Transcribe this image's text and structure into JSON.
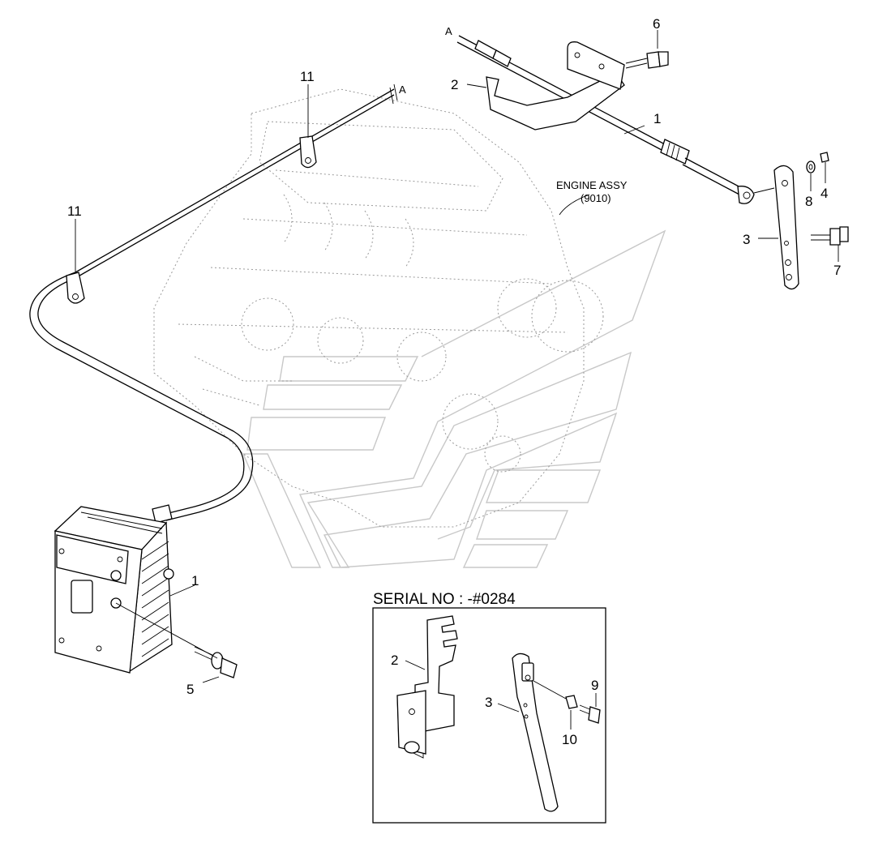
{
  "callouts": {
    "c1_cable": "1",
    "c2_bracket": "2",
    "c3_lever": "3",
    "c4_nut": "4",
    "c5_bolt": "5",
    "c6_bolt": "6",
    "c7_bolt": "7",
    "c8_washer": "8",
    "c11_upper": "11",
    "c11_lower": "11",
    "c1_box": "1"
  },
  "ref_marks": {
    "a_left": "A",
    "a_right": "A"
  },
  "engine": {
    "name": "ENGINE ASSY",
    "code": "(9010)"
  },
  "inset": {
    "title": "SERIAL NO : -#0284",
    "c2": "2",
    "c3": "3",
    "c9": "9",
    "c10": "10"
  }
}
